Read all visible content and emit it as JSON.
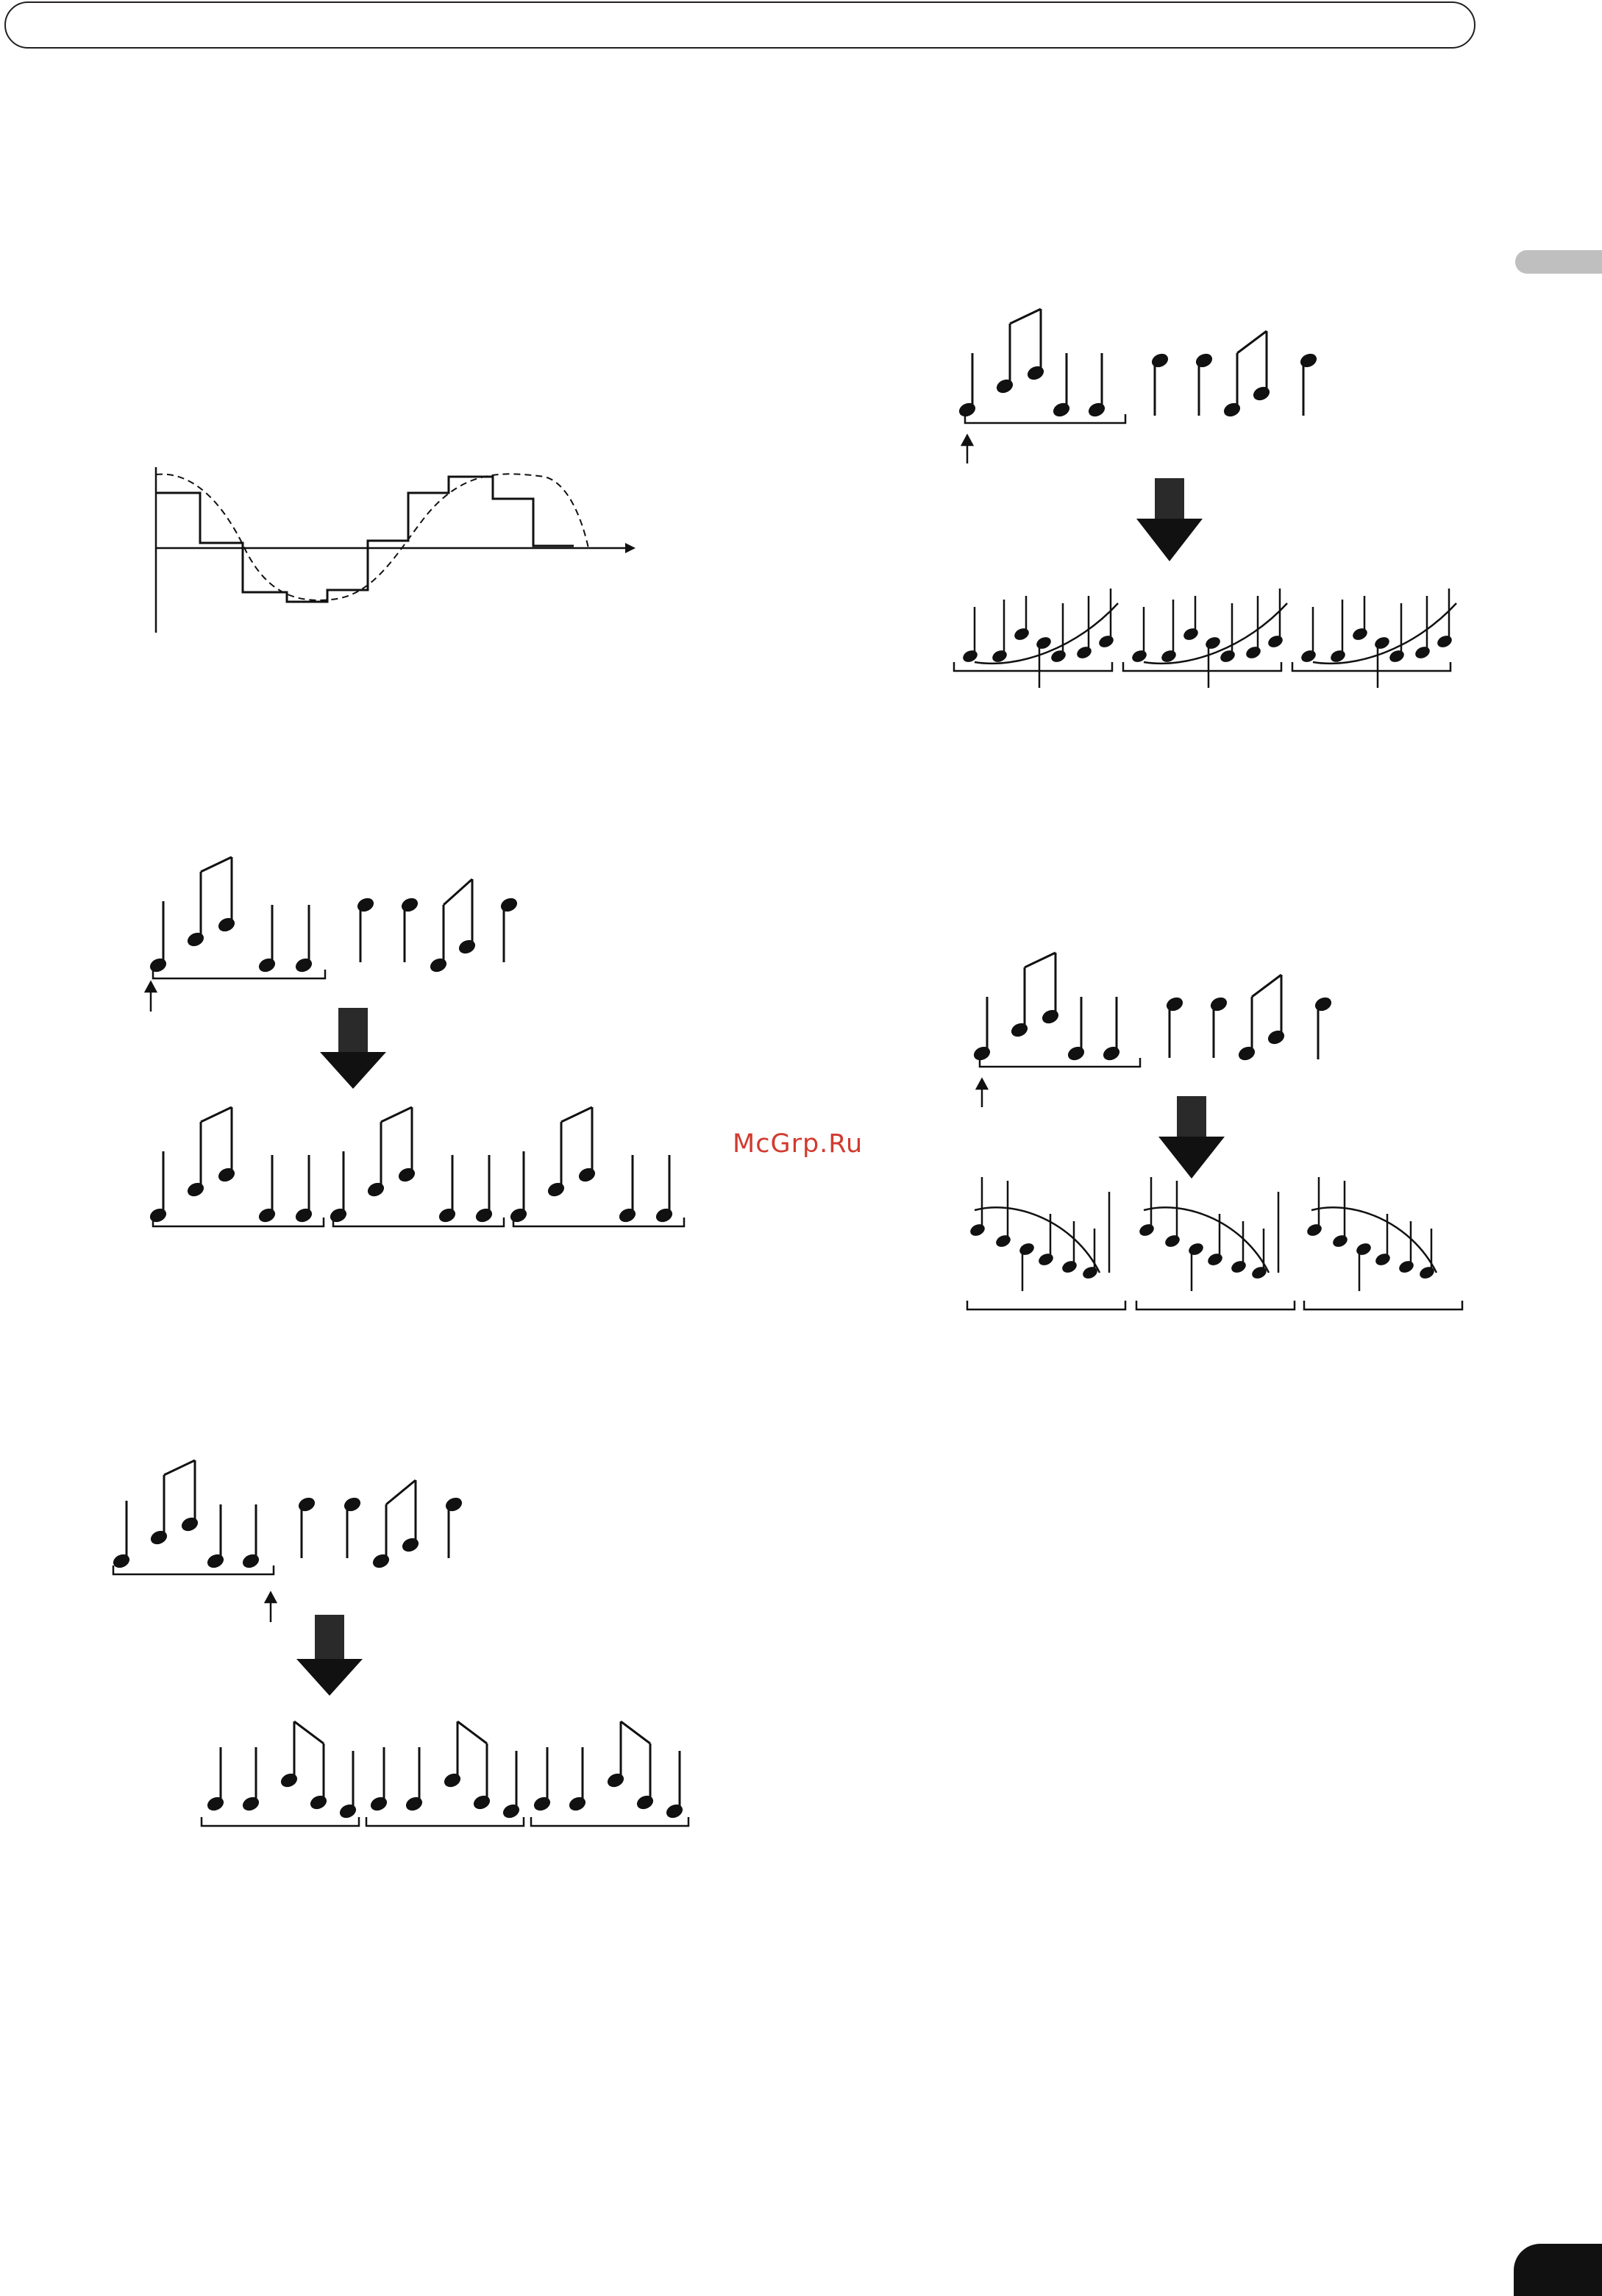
{
  "watermark": "McGrp.Ru",
  "figures": [
    {
      "id": "waveform",
      "description_icon": "sine-and-stepped-wave-icon"
    },
    {
      "id": "loop-normal",
      "description_icon": "loop-diagram-icon"
    },
    {
      "id": "loop-shifted",
      "description_icon": "loop-diagram-icon"
    },
    {
      "id": "loop-reverse-1",
      "description_icon": "loop-diagram-icon"
    },
    {
      "id": "loop-reverse-2",
      "description_icon": "loop-diagram-icon"
    }
  ]
}
